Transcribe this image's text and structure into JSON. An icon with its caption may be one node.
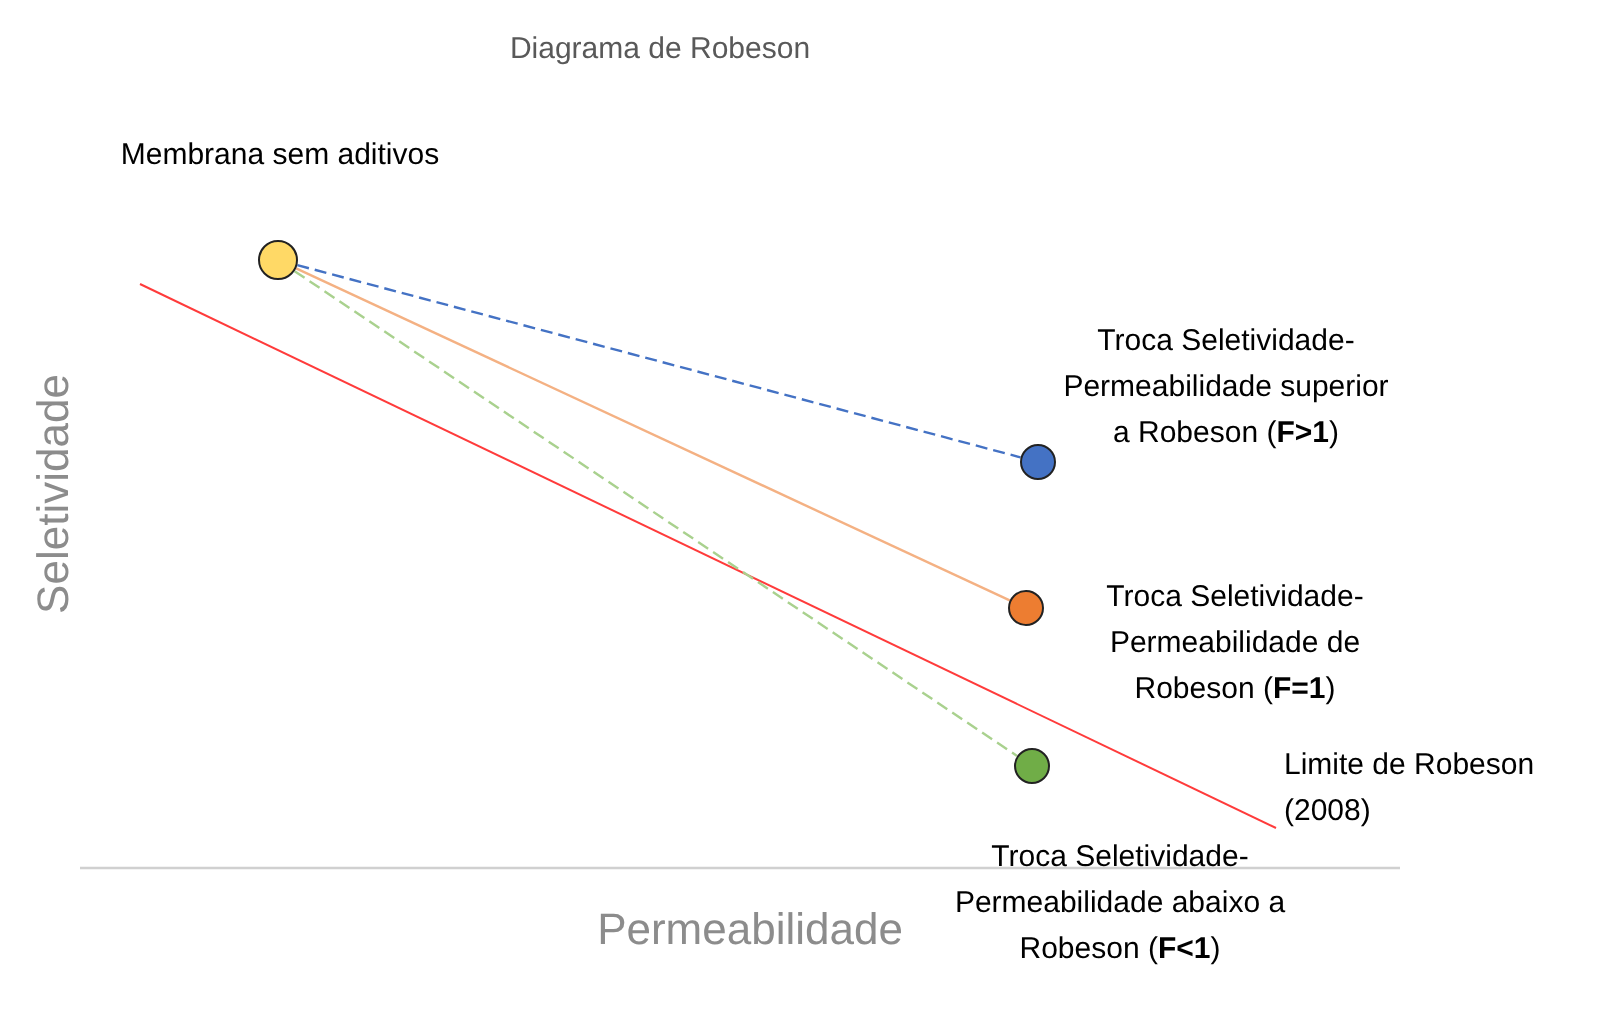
{
  "diagram": {
    "title": "Diagrama de Robeson",
    "nodes": [
      {
        "text": [],
        "shape": "circle",
        "beside": [
          "Membrana sem aditivos"
        ]
      },
      {
        "text": [],
        "shape": "circle",
        "beside": [
          "Troca Seletividade-Permeabilidade superior a Robeson (**F>1**)"
        ]
      },
      {
        "text": [],
        "shape": "circle",
        "beside": [
          "Troca Seletividade-Permeabilidade de Robeson (**F=1**)"
        ]
      },
      {
        "text": [],
        "shape": "circle",
        "beside": [
          "Troca Seletividade-Permeabilidade abaixo a Robeson (**F<1**)"
        ]
      }
    ],
    "edges": [
      {
        "from": 0,
        "to": 1,
        "arrow": "none",
        "style": "dashed",
        "color": "#4472c4"
      },
      {
        "from": 0,
        "to": 2,
        "arrow": "none",
        "color": "#f4b183"
      },
      {
        "from": 0,
        "to": 3,
        "arrow": "none",
        "style": "dashed",
        "color": "#a9d18e"
      }
    ],
    "labels": [
      "Seletividade",
      "Permeabilidade",
      "Limite de Robeson (2008)"
    ]
  }
}
